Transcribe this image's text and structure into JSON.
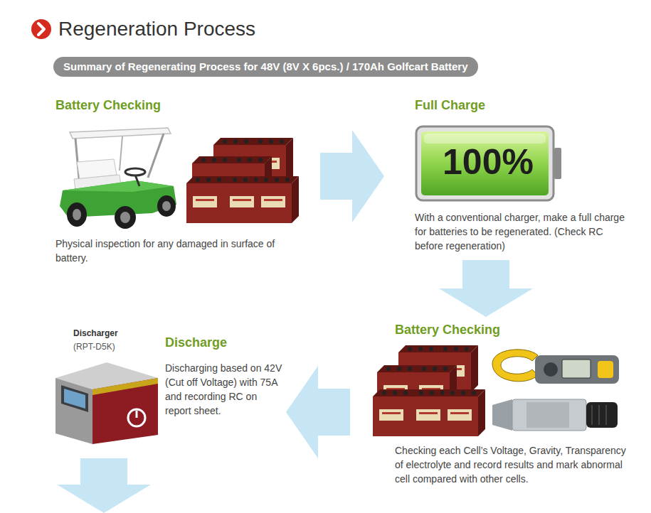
{
  "diagram": {
    "title": "Regeneration Process",
    "nodes": [
      {
        "text": [
          "Summary of Regenerating Process for 48V (8V X 6pcs.) / 170Ah Golfcart Battery"
        ]
      },
      {
        "text": [
          "Battery Checking",
          "Physical inspection for any damaged in surface of battery."
        ]
      },
      {
        "text": [
          "Full Charge",
          "With a conventional charger, make a full charge for batteries to be regenerated. (Check RC before regeneration)"
        ]
      },
      {
        "text": [
          "Battery Checking",
          "Checking each Cell’s Voltage, Gravity, Transparency of electrolyte and record results and mark abnormal cell compared with other cells."
        ]
      },
      {
        "text": [
          "Discharge",
          "Discharging based on 42V (Cut off Voltage) with 75A and recording RC on report sheet."
        ]
      }
    ],
    "edges": [
      {
        "from": 1,
        "to": 2,
        "arrow": "to"
      },
      {
        "from": 2,
        "to": 3,
        "arrow": "to"
      },
      {
        "from": 3,
        "to": 4,
        "arrow": "to"
      }
    ],
    "labels": [
      "100%",
      "Discharger",
      "(RPT-D5K)"
    ]
  }
}
